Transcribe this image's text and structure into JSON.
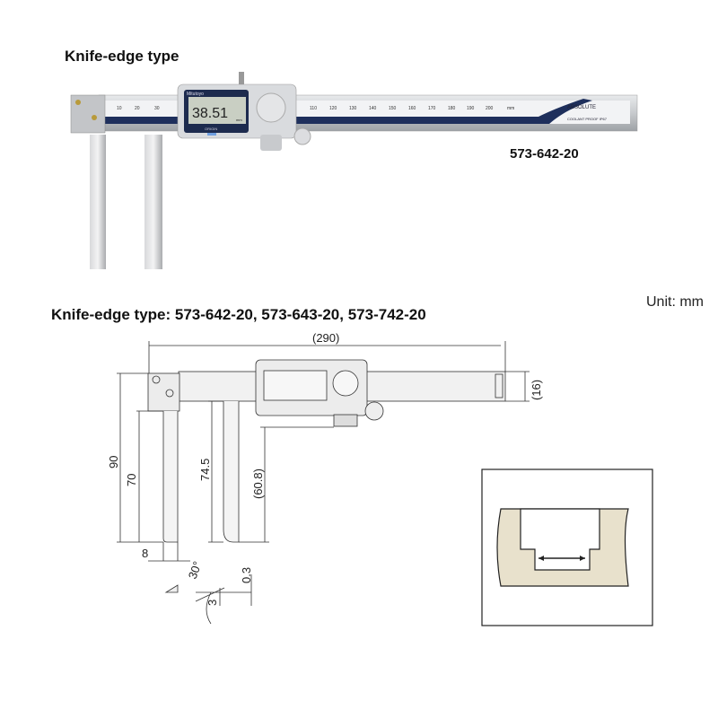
{
  "photo_section": {
    "title": "Knife-edge type",
    "model": "573-642-20",
    "display_reading": "38.51",
    "display_unit": "mm",
    "brand": "Mitutoyo",
    "origin_label": "ORIGIN",
    "scale_labels": [
      "10",
      "20",
      "30",
      "110",
      "120",
      "130",
      "140",
      "150",
      "160",
      "170",
      "180",
      "190",
      "200",
      "mm"
    ],
    "bar_logo": "ABSOLUTE",
    "bar_subtext": "COOLANT PROOF IP67"
  },
  "drawing_section": {
    "title": "Knife-edge type: 573-642-20, 573-643-20, 573-742-20",
    "unit": "Unit: mm",
    "dimensions": {
      "overall_length": "(290)",
      "beam_height": "(16)",
      "jaw_total": "90",
      "jaw_length": "70",
      "movable_jaw": "74.5",
      "movable_jaw_inner": "(60.8)",
      "jaw_width": "8",
      "tip_angle": "30°",
      "tip_height": "3",
      "edge_thickness": "0.3"
    }
  }
}
